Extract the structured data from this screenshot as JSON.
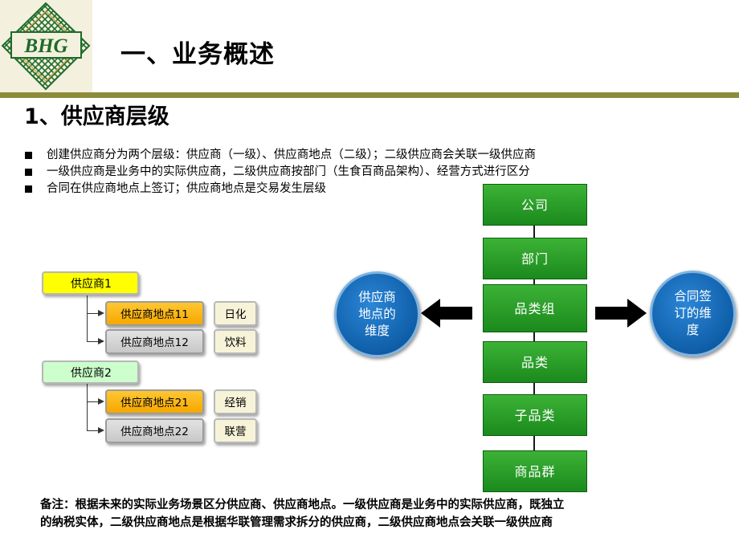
{
  "header": {
    "logo_text": "BHG",
    "title": "一、业务概述",
    "subtitle": "1、供应商层级"
  },
  "bullets": [
    "创建供应商分为两个层级：供应商（一级）、供应商地点（二级）；二级供应商会关联一级供应商",
    "一级供应商是业务中的实际供应商，二级供应商按部门（生食百商品架构）、经营方式进行区分",
    "合同在供应商地点上签订；供应商地点是交易发生层级"
  ],
  "hierarchy": {
    "suppliers": [
      {
        "label": "供应商1",
        "color": "#ffff00",
        "sites": [
          {
            "label": "供应商地点11",
            "tag": "日化"
          },
          {
            "label": "供应商地点12",
            "tag": "饮料"
          }
        ]
      },
      {
        "label": "供应商2",
        "color": "#ccffcc",
        "sites": [
          {
            "label": "供应商地点21",
            "tag": "经销"
          },
          {
            "label": "供应商地点22",
            "tag": "联营"
          }
        ]
      }
    ]
  },
  "org_stack": [
    "公司",
    "部门",
    "品类组",
    "品类",
    "子品类",
    "商品群"
  ],
  "circles": {
    "left": [
      "供应商",
      "地点的",
      "维度"
    ],
    "right": [
      "合同签",
      "订的维",
      "度"
    ]
  },
  "note": {
    "line1": "备注：根据未来的实际业务场景区分供应商、供应商地点。一级供应商是业务中的实际供应商，既独立",
    "line2": "的纳税实体，二级供应商地点是根据华联管理需求拆分的供应商，二级供应商地点会关联一级供应商"
  },
  "colors": {
    "header_rule": "#8c8c3a",
    "logo_green": "#1e6b2a",
    "stack_green": "#2a9e2a",
    "circle_blue": "#1366b8",
    "site_orange": "#f7b21a",
    "site_gray": "#d4d4d4"
  }
}
